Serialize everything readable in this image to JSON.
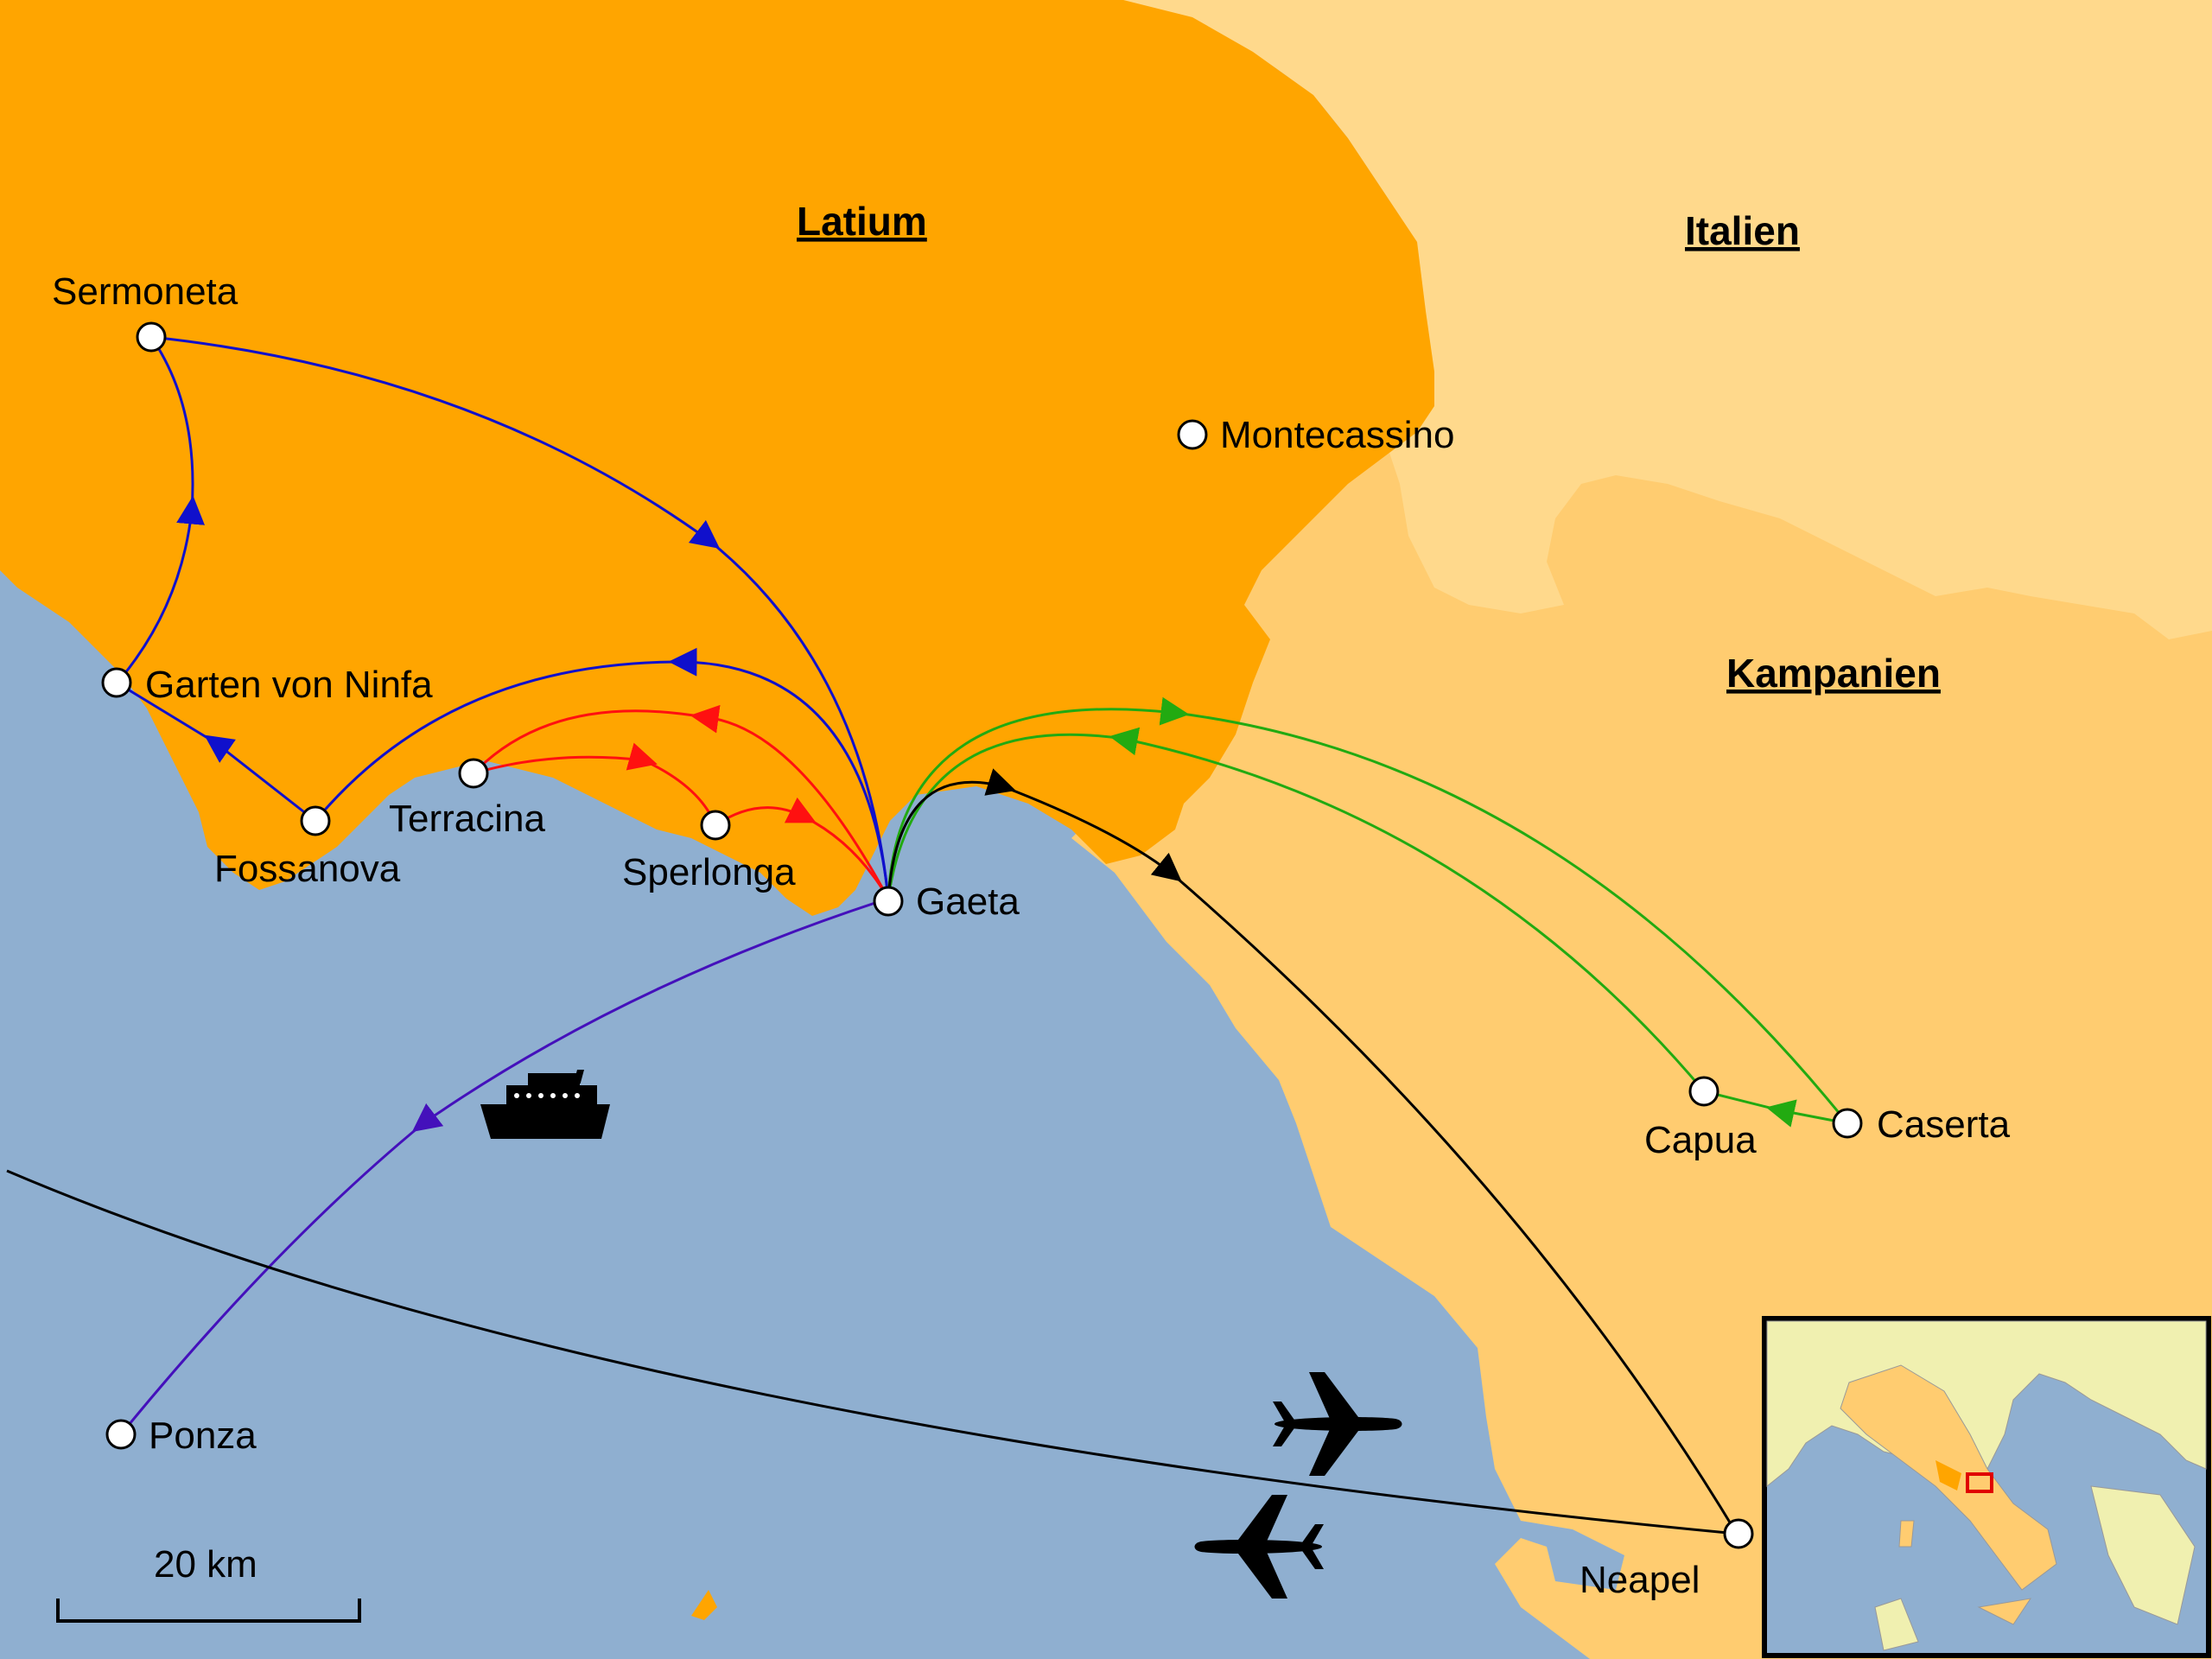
{
  "regions": {
    "latium": "Latium",
    "italien": "Italien",
    "kampanien": "Kampanien"
  },
  "places": {
    "sermoneta": "Sermoneta",
    "garten": "Garten von Ninfa",
    "fossanova": "Fossanova",
    "terracina": "Terracina",
    "sperlonga": "Sperlonga",
    "gaeta": "Gaeta",
    "montecassino": "Montecassino",
    "capua": "Capua",
    "caserta": "Caserta",
    "ponza": "Ponza",
    "neapel": "Neapel"
  },
  "scale": {
    "label": "20 km"
  },
  "colors": {
    "sea": "#8fafd0",
    "latium": "#ffa500",
    "kampanien": "#ffcc70",
    "italien": "#ffd98c",
    "route_blue": "#1010cc",
    "route_red": "#ff1010",
    "route_green": "#22aa11",
    "route_black": "#000000",
    "route_ferry": "#4410bb"
  },
  "icons": [
    "ship-icon",
    "airplane-icon"
  ]
}
